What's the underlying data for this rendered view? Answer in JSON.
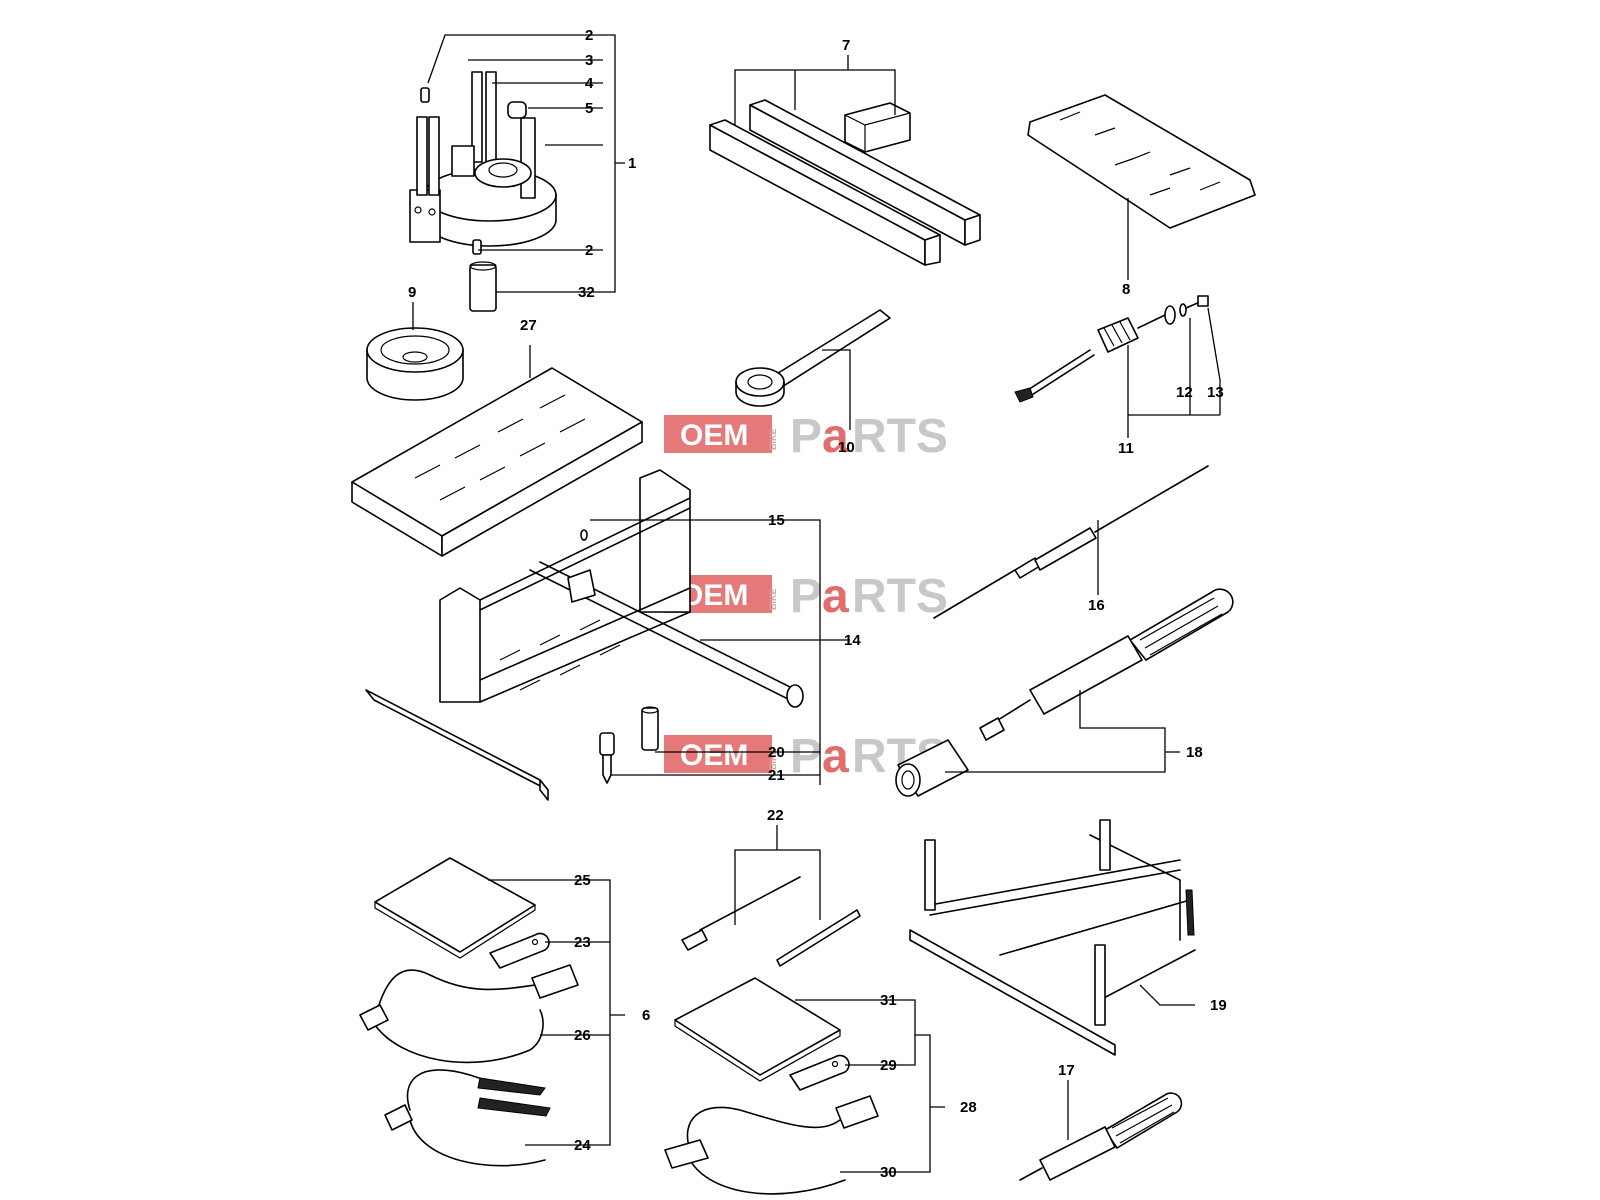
{
  "diagram": {
    "watermark": {
      "oem": "OEM",
      "bike": "BIKE",
      "p": "P",
      "a": "a",
      "rts": "RTS"
    },
    "callouts": {
      "c1": "1",
      "c2a": "2",
      "c2b": "2",
      "c3": "3",
      "c4": "4",
      "c5": "5",
      "c6": "6",
      "c7": "7",
      "c8": "8",
      "c9": "9",
      "c10": "10",
      "c11": "11",
      "c12": "12",
      "c13": "13",
      "c14": "14",
      "c15": "15",
      "c16": "16",
      "c17": "17",
      "c18": "18",
      "c19": "19",
      "c20": "20",
      "c21": "21",
      "c22": "22",
      "c23": "23",
      "c24": "24",
      "c25": "25",
      "c26": "26",
      "c27": "27",
      "c28": "28",
      "c29": "29",
      "c30": "30",
      "c31": "31",
      "c32": "32"
    }
  }
}
